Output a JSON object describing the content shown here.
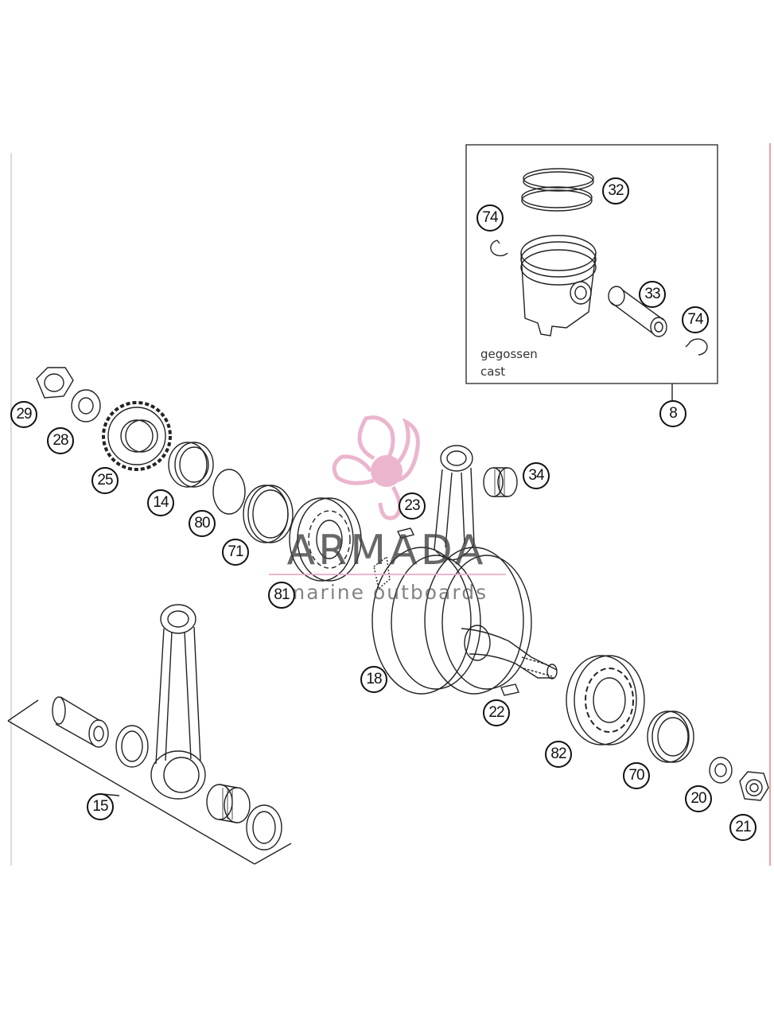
{
  "callouts": [
    "32",
    "74",
    "33",
    "74",
    "8",
    "29",
    "28",
    "25",
    "14",
    "80",
    "71",
    "81",
    "23",
    "34",
    "18",
    "22",
    "82",
    "70",
    "20",
    "21",
    "15"
  ],
  "inset": {
    "caption_de": "gegossen",
    "caption_en": "cast"
  },
  "watermark": {
    "title": "ARMADA",
    "subtitle": "marine outboards",
    "color": "#e8a9c6"
  }
}
